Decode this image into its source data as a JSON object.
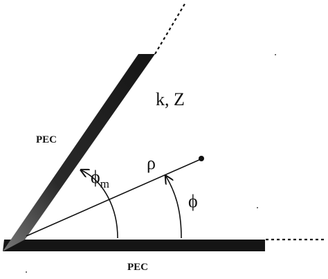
{
  "diagram": {
    "walls": {
      "upper_label": "PEC",
      "lower_label": "PEC"
    },
    "medium_label": "k, Z",
    "radial_label": "ρ",
    "wedge_angle_label": "ϕ",
    "wedge_angle_subscript": "m",
    "observation_angle_label": "ϕ"
  }
}
